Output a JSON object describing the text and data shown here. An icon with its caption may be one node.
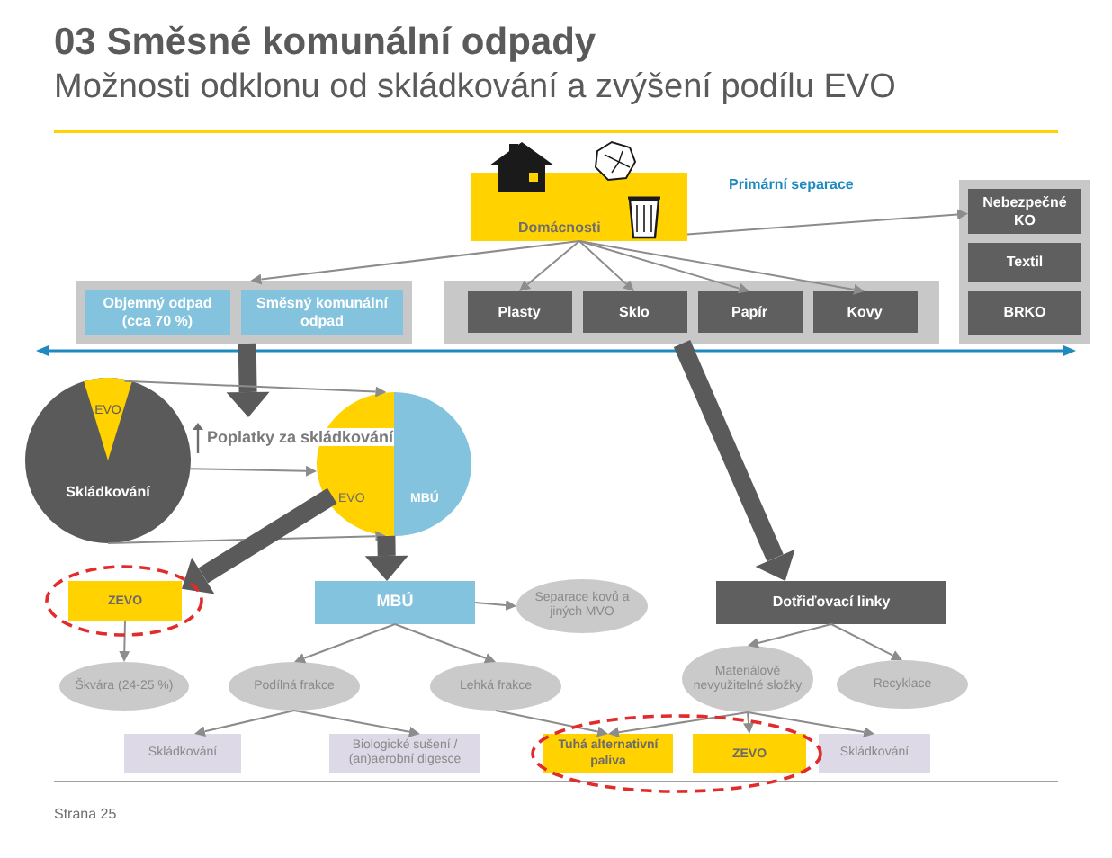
{
  "diagram": {
    "title": "03 Směsné komunální odpady",
    "caption": "Možnosti odklonu od skládkování a zvýšení podílu EVO",
    "nodes": [
      {
        "text": [
          "Domácnosti"
        ]
      },
      {
        "text": [],
        "shape": "box"
      },
      {
        "text": [
          "Objemný odpad (cca 70 %)"
        ],
        "in": 1
      },
      {
        "text": [
          "Směsný komunální odpad"
        ],
        "in": 1
      },
      {
        "text": [],
        "shape": "box"
      },
      {
        "text": [
          "Plasty"
        ],
        "in": 4
      },
      {
        "text": [
          "Sklo"
        ],
        "in": 4
      },
      {
        "text": [
          "Papír"
        ],
        "in": 4
      },
      {
        "text": [
          "Kovy"
        ],
        "in": 4
      },
      {
        "text": [],
        "shape": "box"
      },
      {
        "text": [
          "Nebezpečné KO"
        ],
        "in": 9
      },
      {
        "text": [
          "Textil"
        ],
        "in": 9
      },
      {
        "text": [
          "BRKO"
        ],
        "in": 9
      },
      {
        "text": [
          "EVO",
          "Skládkování"
        ]
      },
      {
        "text": [
          "EVO",
          "MBÚ"
        ]
      },
      {
        "text": [
          "ZEVO"
        ]
      },
      {
        "text": [
          "MBÚ"
        ]
      },
      {
        "text": [
          "Separace kovů a jiných MVO"
        ]
      },
      {
        "text": [
          "Dotřiďovací linky"
        ]
      },
      {
        "text": [
          "Škvára (24-25 %)"
        ]
      },
      {
        "text": [
          "Podílná frakce"
        ]
      },
      {
        "text": [
          "Lehká frakce"
        ]
      },
      {
        "text": [
          "Materiálově nevyužitelné složky"
        ]
      },
      {
        "text": [
          "Recyklace"
        ]
      },
      {
        "text": [
          "Skládkování"
        ]
      },
      {
        "text": [
          "Biologické sušení / (an)aerobní digesce"
        ]
      },
      {
        "text": [
          "Tuhá alternativní paliva"
        ]
      },
      {
        "text": [
          "ZEVO"
        ]
      },
      {
        "text": [
          "Skládkování"
        ]
      }
    ],
    "edges": [
      {
        "from": 0,
        "to": 1,
        "arrow": "to"
      },
      {
        "from": 0,
        "to": 10,
        "arrow": "to"
      },
      {
        "from": 0,
        "to": 5,
        "arrow": "to"
      },
      {
        "from": 0,
        "to": 6,
        "arrow": "to"
      },
      {
        "from": 0,
        "to": 7,
        "arrow": "to"
      },
      {
        "from": 0,
        "to": 8,
        "arrow": "to"
      },
      {
        "from": 1,
        "to": null,
        "arrow": "to",
        "style": "thick"
      },
      {
        "from": 13,
        "to": 14,
        "arrow": "to"
      },
      {
        "from": 13,
        "to": 14,
        "arrow": "to"
      },
      {
        "from": 13,
        "to": 14,
        "arrow": "to",
        "label": "Poplatky za skládkování"
      },
      {
        "from": 14,
        "to": 15,
        "arrow": "to",
        "style": "thick"
      },
      {
        "from": 14,
        "to": 16,
        "arrow": "to",
        "style": "thick"
      },
      {
        "from": 4,
        "to": 18,
        "arrow": "to",
        "style": "thick"
      },
      {
        "from": 15,
        "to": 19,
        "arrow": "to"
      },
      {
        "from": 16,
        "to": 17,
        "arrow": "to"
      },
      {
        "from": 16,
        "to": 20,
        "arrow": "to"
      },
      {
        "from": 16,
        "to": 21,
        "arrow": "to"
      },
      {
        "from": 18,
        "to": 22,
        "arrow": "to"
      },
      {
        "from": 18,
        "to": 23,
        "arrow": "to"
      },
      {
        "from": 20,
        "to": 24,
        "arrow": "to"
      },
      {
        "from": 20,
        "to": 25,
        "arrow": "to"
      },
      {
        "from": 21,
        "to": 26,
        "arrow": "to"
      },
      {
        "from": 22,
        "to": 26,
        "arrow": "to"
      },
      {
        "from": 22,
        "to": 27,
        "arrow": "to"
      },
      {
        "from": 22,
        "to": 28,
        "arrow": "to"
      }
    ],
    "labels": [
      "Primární separace",
      "Strana 25"
    ]
  }
}
